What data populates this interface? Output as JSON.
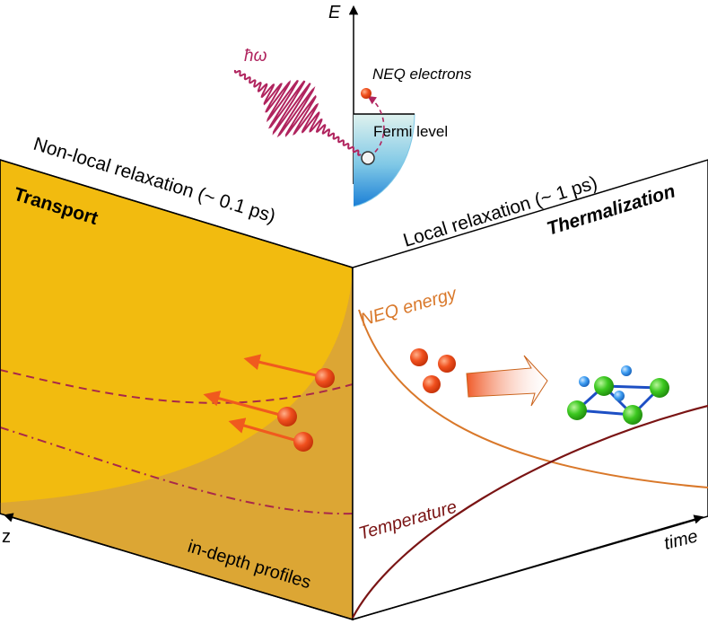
{
  "energy_axis": {
    "label": "E"
  },
  "photon": {
    "label": "ħω",
    "color": "#b0245e"
  },
  "band": {
    "neq_electrons_label": "NEQ electrons",
    "fermi_level_label": "Fermi level"
  },
  "left_panel": {
    "heading": "Transport",
    "top_label": "Non-local relaxation (~ 0.1 ps)",
    "bottom_label": "in-depth profiles",
    "axis_label": "z",
    "fill_color": "#f2bb0f",
    "shade_color": "#d9a438"
  },
  "right_panel": {
    "heading": "Thermalization",
    "top_label": "Local relaxation (~ 1 ps)",
    "axis_label": "time",
    "energy_curve_label": "NEQ energy",
    "energy_curve_color": "#d9782a",
    "temperature_curve_label": "Temperature",
    "temperature_curve_color": "#7a1414"
  }
}
